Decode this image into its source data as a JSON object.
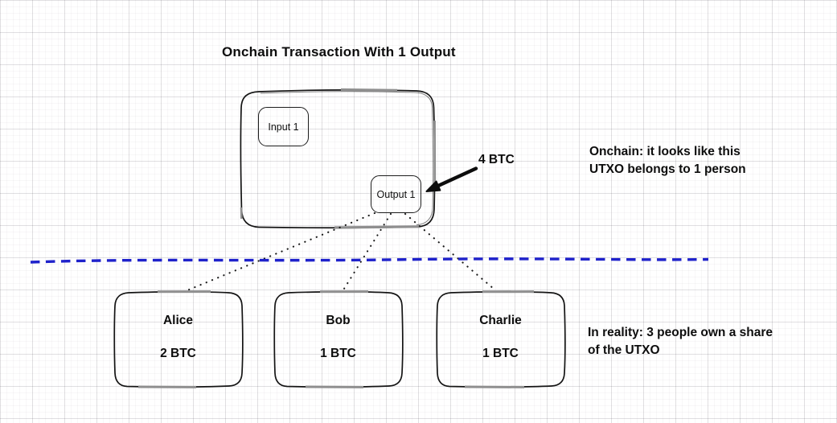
{
  "title": "Onchain Transaction With 1 Output",
  "transaction_box": {
    "input_label": "Input 1",
    "output_label": "Output 1"
  },
  "output_annotation": {
    "amount": "4 BTC"
  },
  "onchain_note": {
    "line1": "Onchain: it looks like this",
    "line2": "UTXO belongs to 1 person"
  },
  "reality_note": {
    "line1": "In reality: 3 people own a share",
    "line2": "of the UTXO"
  },
  "owners": [
    {
      "name": "Alice",
      "amount": "2 BTC"
    },
    {
      "name": "Bob",
      "amount": "1 BTC"
    },
    {
      "name": "Charlie",
      "amount": "1 BTC"
    }
  ],
  "colors": {
    "divider_blue": "#1f22cb",
    "ink": "#141414",
    "sketch_gray": "#8f8f8f"
  }
}
